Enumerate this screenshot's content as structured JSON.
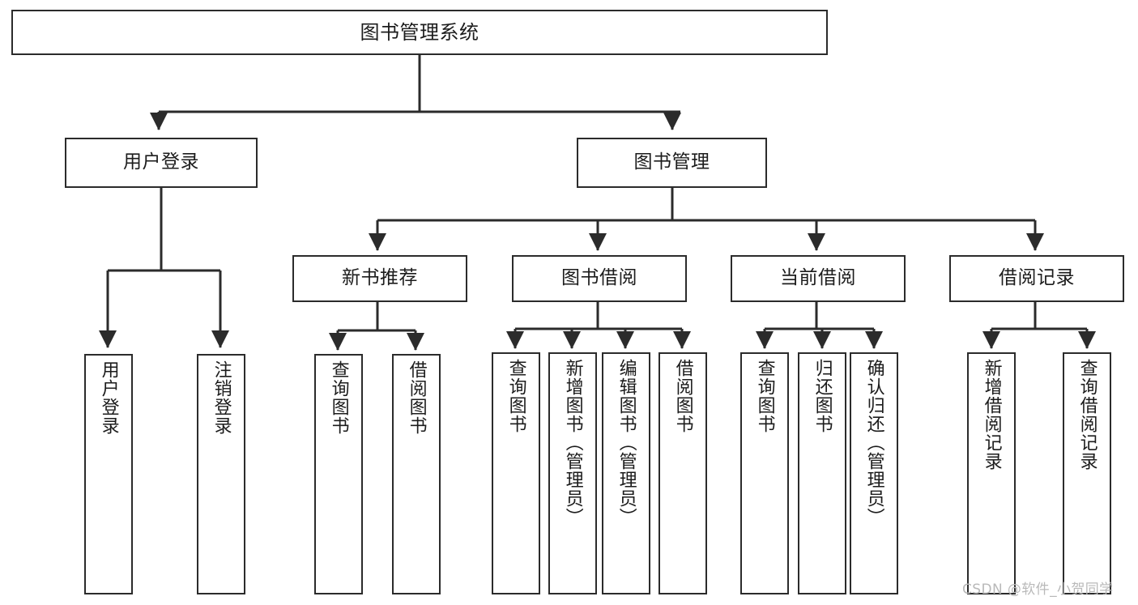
{
  "diagram": {
    "title": "图书管理系统",
    "watermark": "CSDN @软件_小贺同学",
    "edge_color": "#2b2b2b",
    "box_border_color": "#2b2b2b",
    "background_color": "#ffffff",
    "root": {
      "label": "图书管理系统"
    },
    "level2": [
      {
        "id": "user-login",
        "label": "用户登录"
      },
      {
        "id": "book-manage",
        "label": "图书管理"
      }
    ],
    "level3": [
      {
        "id": "new-book-recommend",
        "label": "新书推荐"
      },
      {
        "id": "book-borrow",
        "label": "图书借阅"
      },
      {
        "id": "current-borrow",
        "label": "当前借阅"
      },
      {
        "id": "borrow-record",
        "label": "借阅记录"
      }
    ],
    "leaves": {
      "user_login": [
        {
          "id": "leaf-user-login",
          "label": "用户登录"
        },
        {
          "id": "leaf-user-logout",
          "label": "注销登录"
        }
      ],
      "new_book_recommend": [
        {
          "id": "leaf-query-book-1",
          "label": "查询图书"
        },
        {
          "id": "leaf-borrow-book-1",
          "label": "借阅图书"
        }
      ],
      "book_borrow": [
        {
          "id": "leaf-query-book-2",
          "label": "查询图书"
        },
        {
          "id": "leaf-add-book",
          "label": "新增图书（管理员）"
        },
        {
          "id": "leaf-edit-book",
          "label": "编辑图书（管理员）"
        },
        {
          "id": "leaf-borrow-book-2",
          "label": "借阅图书"
        }
      ],
      "current_borrow": [
        {
          "id": "leaf-query-book-3",
          "label": "查询图书"
        },
        {
          "id": "leaf-return-book",
          "label": "归还图书"
        },
        {
          "id": "leaf-confirm-return",
          "label": "确认归还（管理员）"
        }
      ],
      "borrow_record": [
        {
          "id": "leaf-add-record",
          "label": "新增借阅记录"
        },
        {
          "id": "leaf-query-record",
          "label": "查询借阅记录"
        }
      ]
    }
  }
}
